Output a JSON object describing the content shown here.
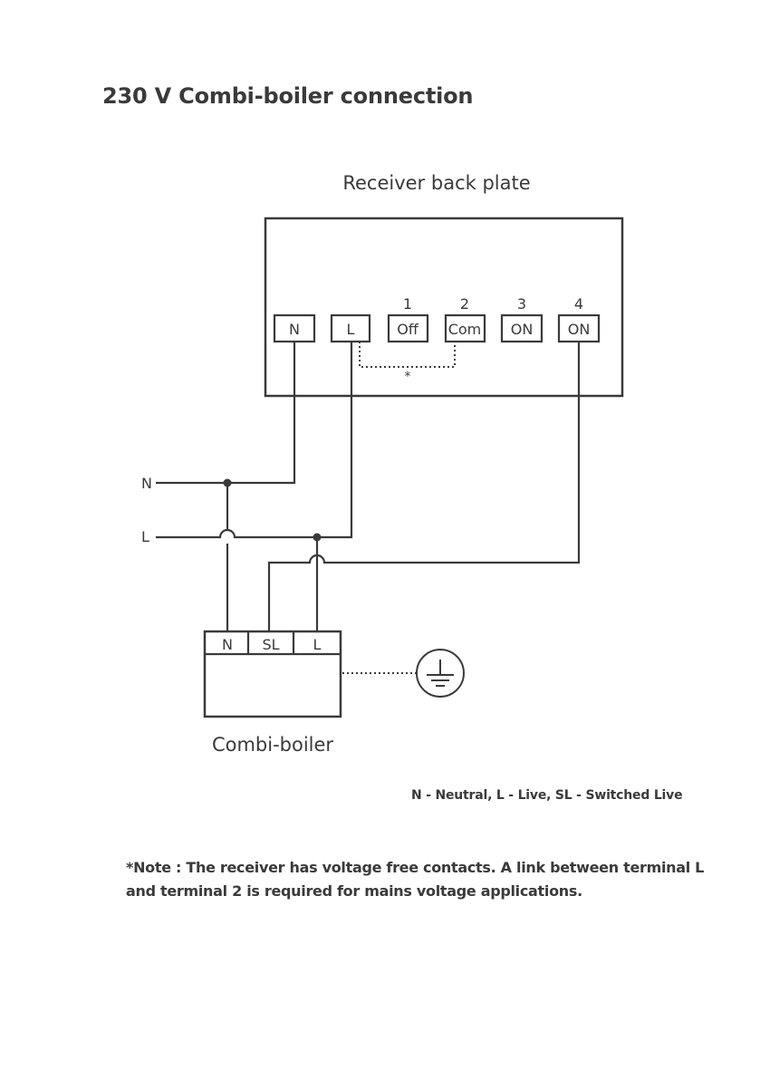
{
  "title": "230 V Combi-boiler connection",
  "receiver": {
    "label": "Receiver back plate",
    "terminals": [
      {
        "number": "",
        "label": "N"
      },
      {
        "number": "",
        "label": "L"
      },
      {
        "number": "1",
        "label": "Off"
      },
      {
        "number": "2",
        "label": "Com"
      },
      {
        "number": "3",
        "label": "ON"
      },
      {
        "number": "4",
        "label": "ON"
      }
    ],
    "link_marker": "*"
  },
  "supply": {
    "neutral_label": "N",
    "live_label": "L"
  },
  "boiler": {
    "label": "Combi-boiler",
    "terminals": [
      "N",
      "SL",
      "L"
    ]
  },
  "legend": "N - Neutral, L - Live, SL - Switched Live",
  "note": {
    "line1": "*Note : The receiver has voltage free contacts. A link between terminal L",
    "line2": "and terminal 2 is required for mains voltage applications."
  }
}
